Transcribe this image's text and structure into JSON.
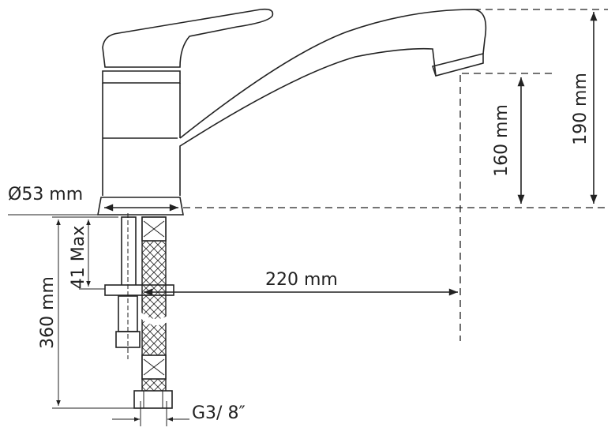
{
  "title": "Faucet technical drawing",
  "dimensions": {
    "base_diameter": "Ø53 mm",
    "max_deck_thickness": "41 Max",
    "hose_length": "360 mm",
    "spout_reach": "220 mm",
    "connection_thread": "G3/ 8″",
    "spout_height": "160 mm",
    "total_height": "190 mm"
  },
  "colors": {
    "line": "#222222",
    "background": "#ffffff"
  }
}
